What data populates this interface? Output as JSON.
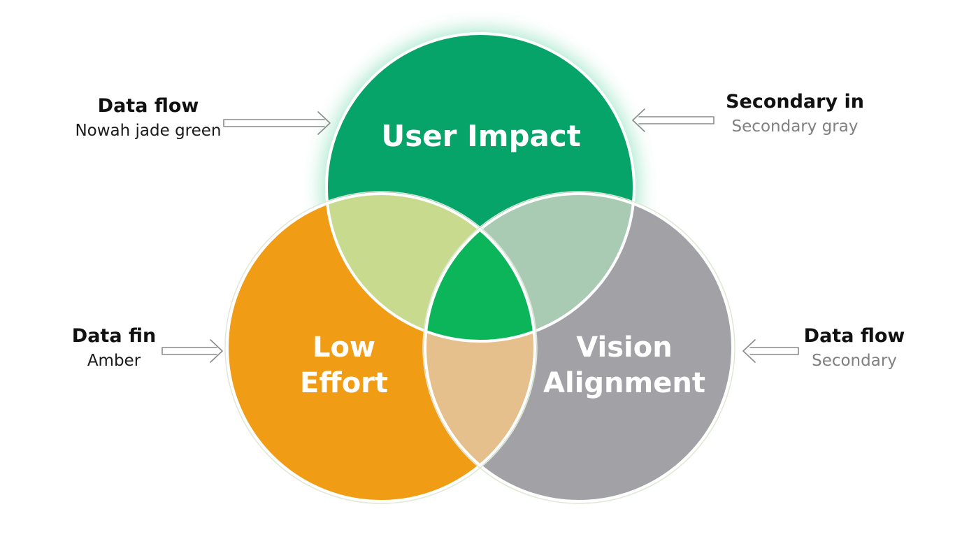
{
  "circles": {
    "top": {
      "label": "User Impact",
      "color": "#07A46A"
    },
    "left": {
      "label_line1": "Low",
      "label_line2": "Effort",
      "color": "#F09C14"
    },
    "right": {
      "label_line1": "Vision",
      "label_line2": "Alignment",
      "color": "#A1A1A6"
    }
  },
  "overlaps": {
    "top_left": "#C8DA8E",
    "top_right": "#A9CBB4",
    "left_right": "#E6C08C",
    "center": "#0DB55A"
  },
  "callouts": {
    "top_left": {
      "title": "Data flow",
      "subtitle": "Nowah jade green"
    },
    "top_right": {
      "title": "Secondary in",
      "subtitle": "Secondary gray"
    },
    "bottom_left": {
      "title": "Data fin",
      "subtitle": "Amber"
    },
    "bottom_right": {
      "title": "Data flow",
      "subtitle": "Secondary"
    }
  }
}
